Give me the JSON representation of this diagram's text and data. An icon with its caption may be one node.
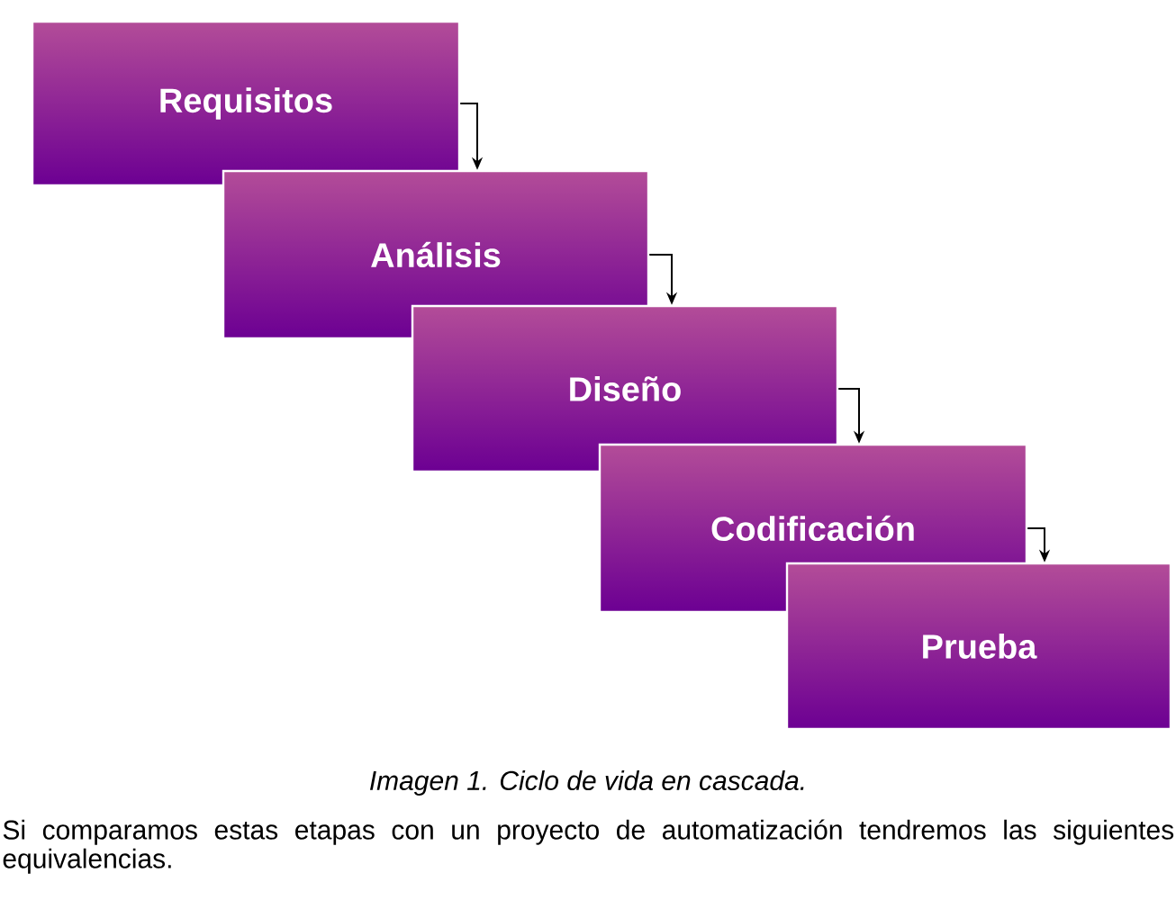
{
  "diagram": {
    "caption": "Imagen 1. Ciclo de vida en cascada.",
    "nodes": [
      {
        "text": [
          "Requisitos"
        ]
      },
      {
        "text": [
          "Análisis"
        ]
      },
      {
        "text": [
          "Diseño"
        ]
      },
      {
        "text": [
          "Codificación"
        ]
      },
      {
        "text": [
          "Prueba"
        ]
      }
    ],
    "edges": [
      {
        "from": 0,
        "to": 1,
        "arrow": "to"
      },
      {
        "from": 1,
        "to": 2,
        "arrow": "to"
      },
      {
        "from": 2,
        "to": 3,
        "arrow": "to"
      },
      {
        "from": 3,
        "to": 4,
        "arrow": "to"
      }
    ],
    "labels": [
      "Si comparamos estas etapas con un proyecto de automatización tendremos las siguientes equivalencias."
    ]
  }
}
